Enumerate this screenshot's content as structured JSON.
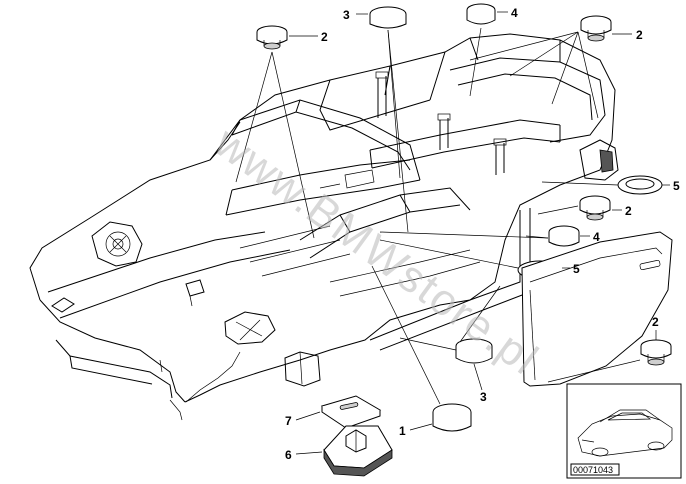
{
  "diagram": {
    "watermark": "www.BMWstore.pl",
    "reference_code": "00071043",
    "callouts": [
      {
        "id": "c-2-top-left",
        "label": "2"
      },
      {
        "id": "c-3-top",
        "label": "3"
      },
      {
        "id": "c-4-top",
        "label": "4"
      },
      {
        "id": "c-2-top-right",
        "label": "2"
      },
      {
        "id": "c-5-right-upper",
        "label": "5"
      },
      {
        "id": "c-2-right-mid",
        "label": "2"
      },
      {
        "id": "c-4-right-mid",
        "label": "4"
      },
      {
        "id": "c-5-right-lower",
        "label": "5"
      },
      {
        "id": "c-2-door",
        "label": "2"
      },
      {
        "id": "c-3-bottom",
        "label": "3"
      },
      {
        "id": "c-1-bottom",
        "label": "1"
      },
      {
        "id": "c-7-bottom",
        "label": "7"
      },
      {
        "id": "c-6-bottom",
        "label": "6"
      }
    ]
  }
}
